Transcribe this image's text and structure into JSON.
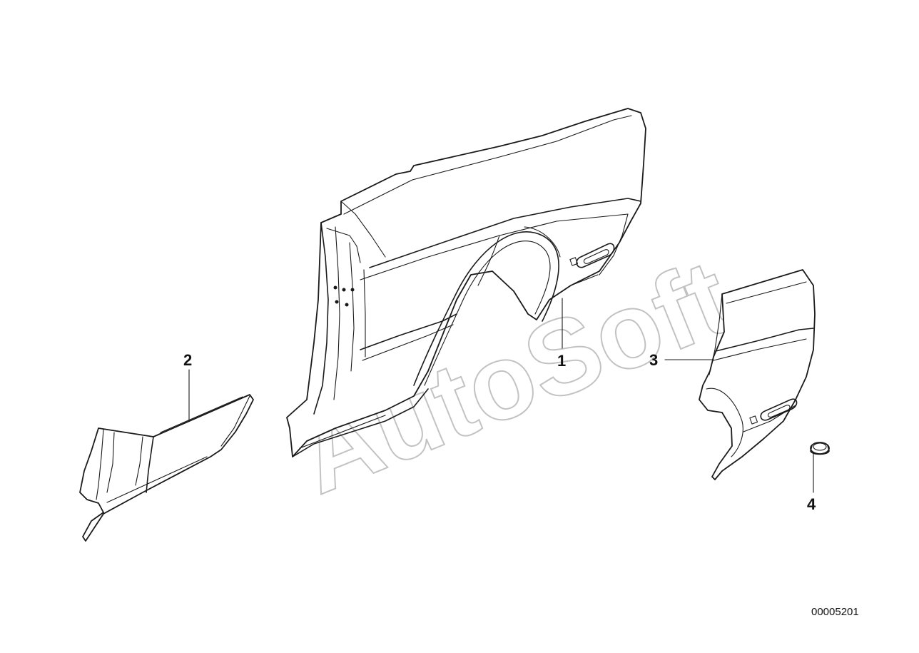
{
  "callouts": {
    "part_1": "1",
    "part_2": "2",
    "part_3": "3",
    "part_4": "4"
  },
  "watermark": "AutoSoft",
  "diagram_id": "00005201",
  "colors": {
    "ink": "#1a1a1a",
    "watermark": "#b8b8b8",
    "background": "#ffffff"
  }
}
